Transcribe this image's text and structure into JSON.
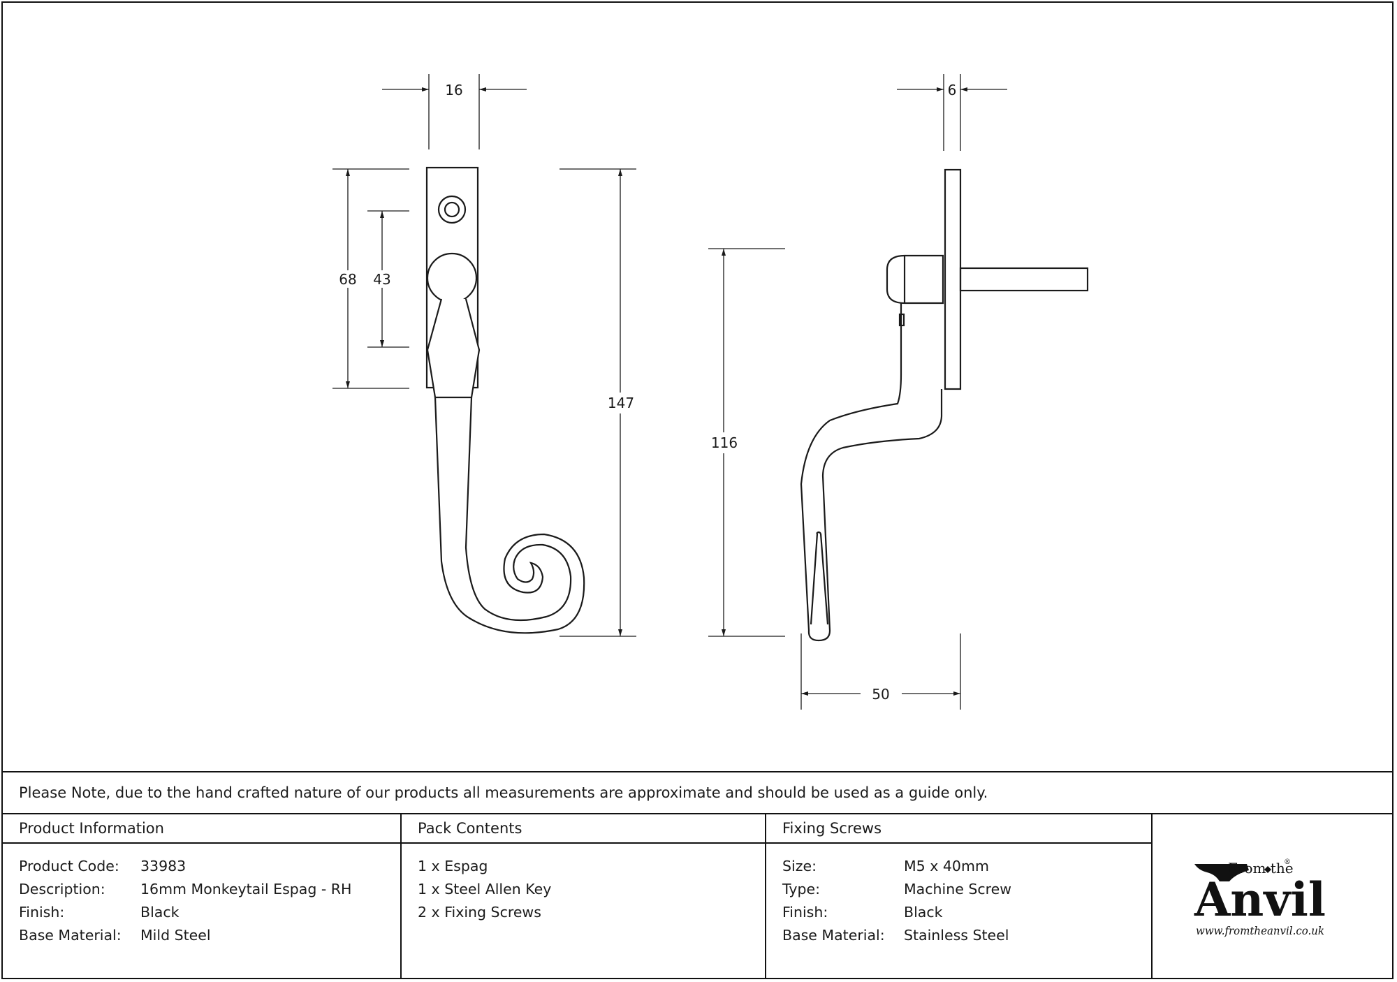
{
  "dimensions": {
    "front_width": "16",
    "side_depth": "6",
    "plate_height": "68",
    "hole_spacing": "43",
    "overall_height": "147",
    "side_height": "116",
    "projection": "50"
  },
  "note": "Please Note, due to the hand crafted nature of our products all measurements are approximate and should be used as a guide only.",
  "product_information": {
    "title": "Product Information",
    "rows": [
      {
        "label": "Product Code:",
        "value": "33983"
      },
      {
        "label": "Description:",
        "value": "16mm Monkeytail Espag - RH"
      },
      {
        "label": "Finish:",
        "value": "Black"
      },
      {
        "label": "Base Material:",
        "value": "Mild Steel"
      }
    ]
  },
  "pack_contents": {
    "title": "Pack Contents",
    "items": [
      "1 x Espag",
      "1 x Steel Allen Key",
      "2 x Fixing Screws"
    ]
  },
  "fixing_screws": {
    "title": "Fixing Screws",
    "rows": [
      {
        "label": "Size:",
        "value": "M5 x 40mm"
      },
      {
        "label": "Type:",
        "value": "Machine Screw"
      },
      {
        "label": "Finish:",
        "value": "Black"
      },
      {
        "label": "Base Material:",
        "value": "Stainless Steel"
      }
    ]
  },
  "logo": {
    "from_the": "From the",
    "brand": "Anvil",
    "registered": "®",
    "url": "www.fromtheanvil.co.uk"
  }
}
